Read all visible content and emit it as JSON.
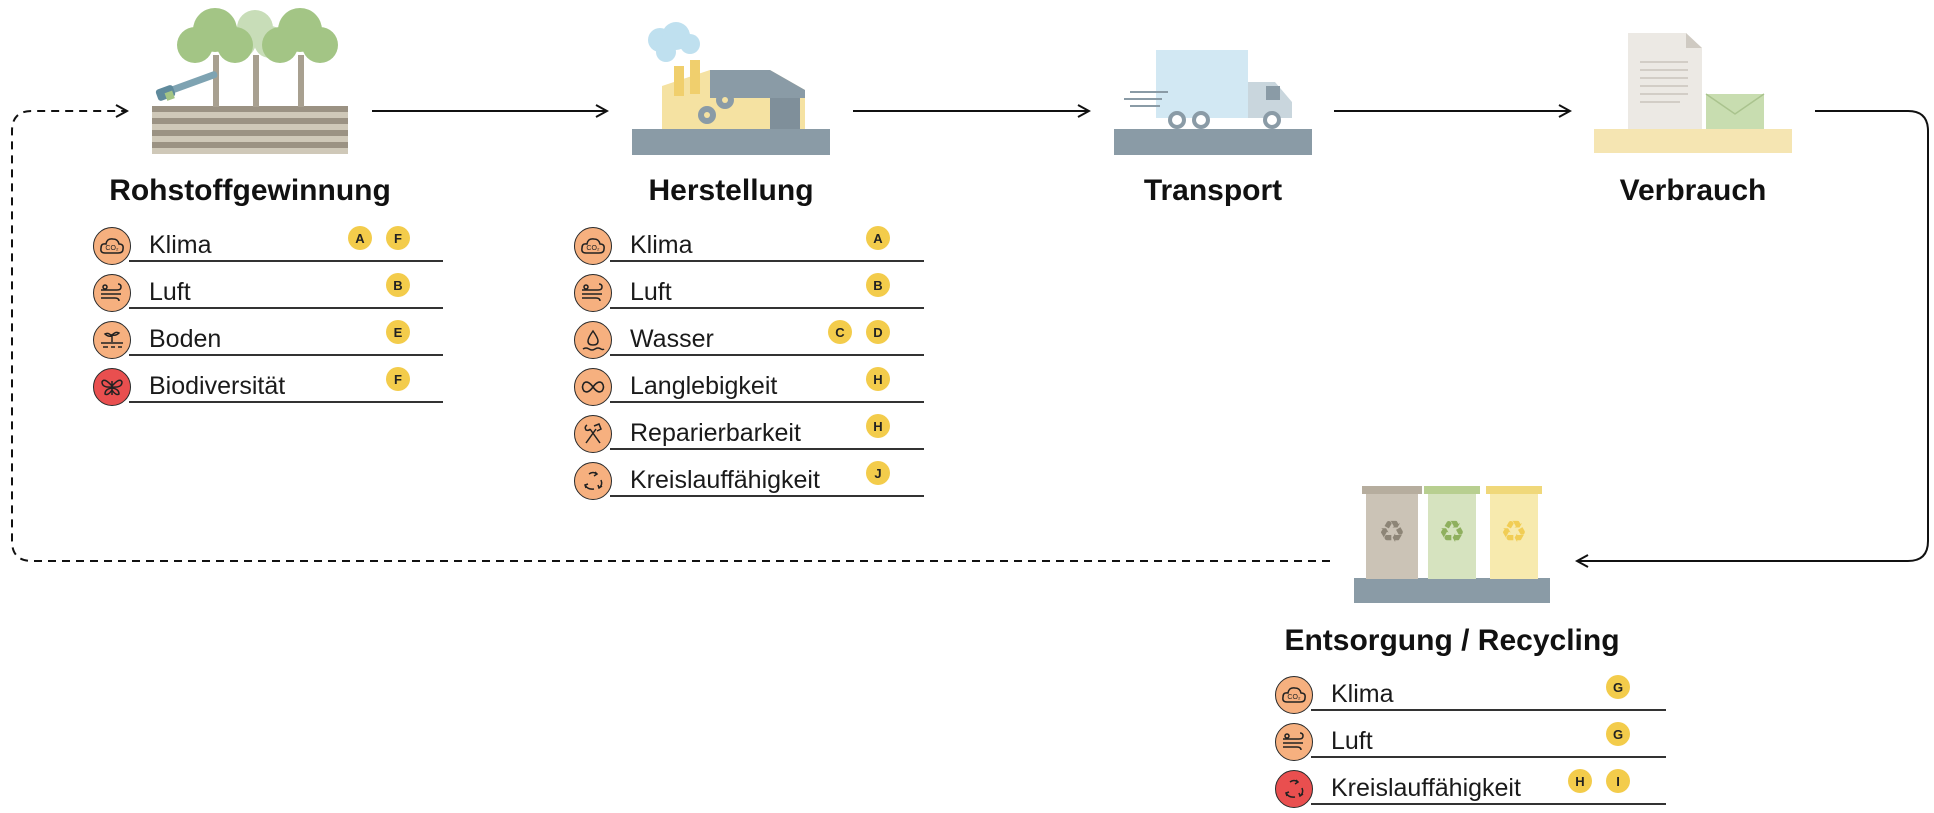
{
  "stages": [
    {
      "id": "rohstoff",
      "title": "Rohstoffgewinnung",
      "illustration": "forest-logging-icon",
      "impacts": [
        {
          "label": "Klima",
          "icon": "co2-cloud-icon",
          "color": "orange",
          "badges": [
            "A",
            "F"
          ]
        },
        {
          "label": "Luft",
          "icon": "wind-icon",
          "color": "orange",
          "badges": [
            "B"
          ]
        },
        {
          "label": "Boden",
          "icon": "soil-sprout-icon",
          "color": "orange",
          "badges": [
            "E"
          ]
        },
        {
          "label": "Biodiversität",
          "icon": "butterfly-icon",
          "color": "red",
          "badges": [
            "F"
          ]
        }
      ]
    },
    {
      "id": "herstellung",
      "title": "Herstellung",
      "illustration": "factory-icon",
      "impacts": [
        {
          "label": "Klima",
          "icon": "co2-cloud-icon",
          "color": "orange",
          "badges": [
            "A"
          ]
        },
        {
          "label": "Luft",
          "icon": "wind-icon",
          "color": "orange",
          "badges": [
            "B"
          ]
        },
        {
          "label": "Wasser",
          "icon": "water-drop-icon",
          "color": "orange",
          "badges": [
            "C",
            "D"
          ]
        },
        {
          "label": "Langlebigkeit",
          "icon": "infinity-icon",
          "color": "orange",
          "badges": [
            "H"
          ]
        },
        {
          "label": "Reparierbarkeit",
          "icon": "repair-tools-icon",
          "color": "orange",
          "badges": [
            "H"
          ]
        },
        {
          "label": "Kreislauffähigkeit",
          "icon": "recycle-icon",
          "color": "orange",
          "badges": [
            "J"
          ]
        }
      ]
    },
    {
      "id": "transport",
      "title": "Transport",
      "illustration": "truck-icon",
      "impacts": []
    },
    {
      "id": "verbrauch",
      "title": "Verbrauch",
      "illustration": "paper-envelope-icon",
      "impacts": []
    },
    {
      "id": "entsorgung",
      "title": "Entsorgung / Recycling",
      "illustration": "recycling-bins-icon",
      "impacts": [
        {
          "label": "Klima",
          "icon": "co2-cloud-icon",
          "color": "orange",
          "badges": [
            "G"
          ]
        },
        {
          "label": "Luft",
          "icon": "wind-icon",
          "color": "orange",
          "badges": [
            "G"
          ]
        },
        {
          "label": "Kreislauffähigkeit",
          "icon": "recycle-icon",
          "color": "red",
          "badges": [
            "H",
            "I"
          ]
        }
      ]
    }
  ],
  "colors": {
    "impact_orange": "#f6b07f",
    "impact_red": "#e94f4f",
    "badge_yellow": "#f3cc4b",
    "ground_gray": "#8a9ba6"
  }
}
